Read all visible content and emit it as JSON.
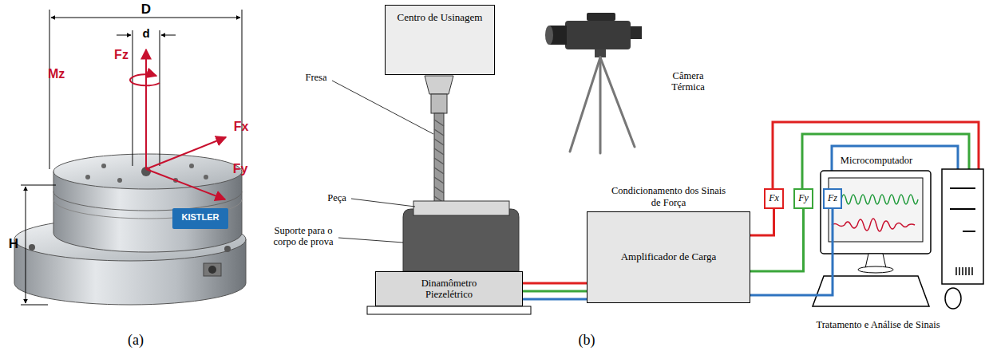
{
  "diagram": {
    "nodes": [
      {
        "text": [
          "Centro de Usinagem"
        ]
      },
      {
        "text": [
          "Dinamômetro Piezelétrico"
        ]
      },
      {
        "text": [
          "Condicionamento dos Sinais de Força",
          "Amplificador de Carga"
        ]
      },
      {
        "text": [
          "Fx"
        ]
      },
      {
        "text": [
          "Fy"
        ]
      },
      {
        "text": [
          "Fz"
        ]
      }
    ],
    "edges": [
      {
        "from": 1,
        "to": 2,
        "arrow": "none"
      },
      {
        "from": 1,
        "to": 2,
        "arrow": "none"
      },
      {
        "from": 1,
        "to": 2,
        "arrow": "none"
      },
      {
        "from": 2,
        "to": 3,
        "arrow": "none"
      },
      {
        "from": 2,
        "to": 4,
        "arrow": "none"
      },
      {
        "from": 2,
        "to": 5,
        "arrow": "none"
      }
    ],
    "labels": [
      "D",
      "d",
      "Fz",
      "Mz",
      "Fx",
      "Fy",
      "H",
      "KISTLER",
      "(a)",
      "Fresa",
      "Peça",
      "Suporte para o corpo de prova",
      "Câmera Térmica",
      "Microcomputador",
      "Tratamento e Análise de Sinais",
      "(b)"
    ]
  }
}
